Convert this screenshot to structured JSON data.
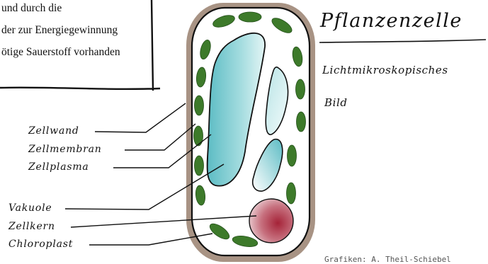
{
  "text_box": {
    "lines": [
      "und durch die",
      "der zur Energiegewinnung",
      "ötige Sauerstoff vorhanden"
    ]
  },
  "heading": {
    "title": "Pflanzenzelle",
    "subtitle_line1": "Lichtmikroskopisches",
    "subtitle_line2": "Bild"
  },
  "labels": {
    "zellwand": "Zellwand",
    "zellmembran": "Zellmembran",
    "zellplasma": "Zellplasma",
    "vakuole": "Vakuole",
    "zellkern": "Zellkern",
    "chloroplast": "Chloroplast"
  },
  "credit": "Grafiken: A. Theil-Schiebel",
  "colors": {
    "cell_wall": "#a89384",
    "chloroplast": "#3d7a2a",
    "vacuole": "#7fcdd3",
    "nucleus": "#a8323f"
  }
}
